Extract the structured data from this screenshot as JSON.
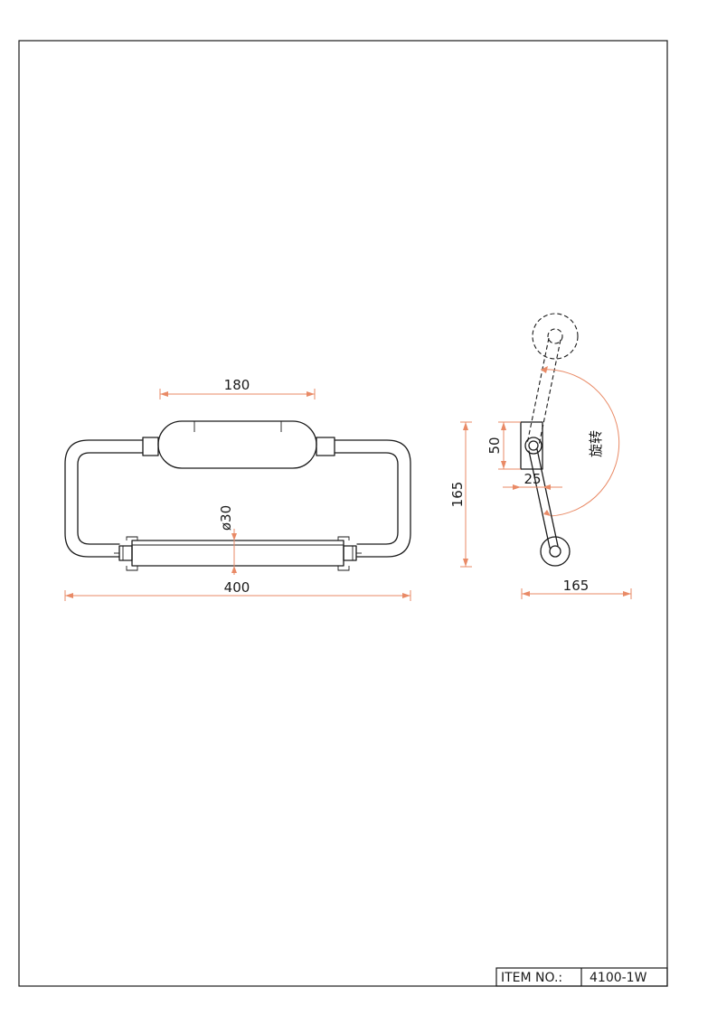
{
  "dimensions": {
    "front_width": "180",
    "overall_width": "400",
    "tube_diameter": "ø30",
    "height": "165",
    "bracket_height": "50",
    "bracket_width": "25",
    "side_depth": "165",
    "rotate_label": "旋转"
  },
  "title_block": {
    "label": "ITEM NO.:",
    "value": "4100-1W"
  },
  "colors": {
    "line": "#1a1a1a",
    "dimension": "#e98a66"
  }
}
